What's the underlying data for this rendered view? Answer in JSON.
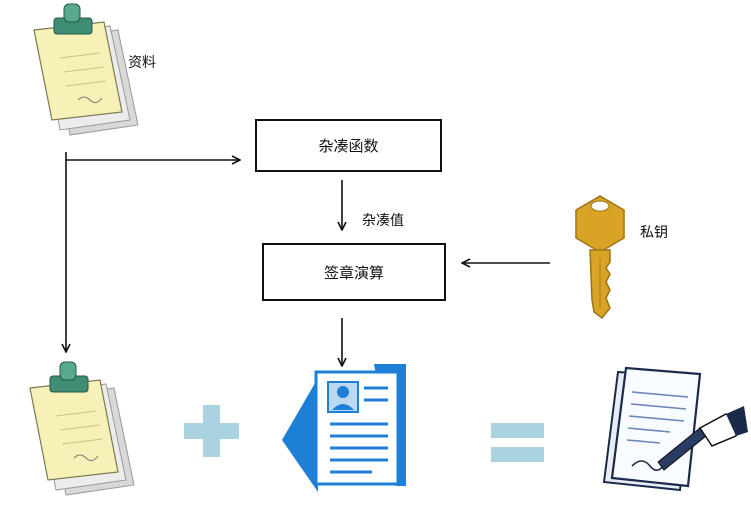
{
  "nodes": {
    "document_label": "资料",
    "hash_function": "杂凑函数",
    "hash_value": "杂凑值",
    "signature_algorithm": "签章演算",
    "private_key": "私钥"
  },
  "icons": {
    "document": "clipboard-document-icon",
    "signature": "signature-page-icon",
    "key": "key-icon",
    "signed_document": "signed-document-icon",
    "plus": "plus-icon",
    "equals": "equals-icon"
  },
  "colors": {
    "accent_blue": "#1e7fd6",
    "operator": "#a9d3de",
    "key_gold": "#d9a425",
    "note_yellow": "#f7f1b8",
    "clip_green": "#3f8d75"
  }
}
